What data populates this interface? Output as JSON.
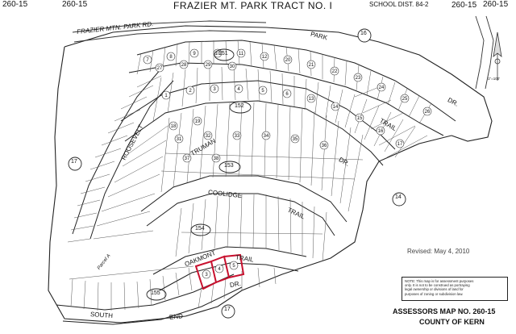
{
  "header": {
    "corner_left": "260-15",
    "title": "FRAZIER MT. PARK TRACT NO. I",
    "school_district": "SCHOOL DIST. 84-2",
    "corner_right": "260-15"
  },
  "roads": {
    "frazier": "FRAZIER  MTN.  PARK  RD.",
    "park": "PARK",
    "dr": "DR.",
    "trail": "TRAIL",
    "truman": "TRUMAN",
    "roosevelt": "ROOSEVELT",
    "coolidge": "COOLIDGE",
    "oakmont": "OAKMONT",
    "south": "SOUTH",
    "end": "END",
    "parcel_a": "Parcel A"
  },
  "sections": {
    "s16": "16",
    "s17": "17",
    "s14": "14"
  },
  "pages": {
    "p151": "151",
    "p152": "152",
    "p153": "153",
    "p154": "154",
    "p155": "155"
  },
  "scale": "1\"=100'",
  "revised": "Revised: May 4, 2010",
  "note": [
    "NOTE: This map is for assessment purposes",
    "only. It is not to be construed as portraying",
    "legal ownership or divisions of land for",
    "purposes of zoning or subdivision law."
  ],
  "footer": {
    "map_no": "ASSESSORS MAP NO. 260-15",
    "county": "COUNTY OF KERN"
  },
  "parcels": [
    {
      "n": "7",
      "pos": "park-band"
    },
    {
      "n": "8",
      "pos": "park-band"
    },
    {
      "n": "9",
      "pos": "park-band"
    },
    {
      "n": "10",
      "pos": "park-band"
    },
    {
      "n": "11",
      "pos": "park-band"
    },
    {
      "n": "12",
      "pos": "park-band"
    },
    {
      "n": "20",
      "pos": "park-band"
    },
    {
      "n": "21",
      "pos": "park-band"
    },
    {
      "n": "22",
      "pos": "park-band"
    },
    {
      "n": "23",
      "pos": "park-band"
    },
    {
      "n": "24",
      "pos": "park-band"
    },
    {
      "n": "25",
      "pos": "park-band"
    },
    {
      "n": "26",
      "pos": "park-band"
    },
    {
      "n": "27",
      "pos": "park-band"
    },
    {
      "n": "28",
      "pos": "park-band"
    },
    {
      "n": "29",
      "pos": "park-band"
    },
    {
      "n": "30",
      "pos": "park-band"
    },
    {
      "n": "1",
      "pos": "truman-band"
    },
    {
      "n": "2",
      "pos": "truman-band"
    },
    {
      "n": "3",
      "pos": "truman-band"
    },
    {
      "n": "4",
      "pos": "truman-band"
    },
    {
      "n": "5",
      "pos": "truman-band"
    },
    {
      "n": "6",
      "pos": "truman-band"
    },
    {
      "n": "13",
      "pos": "truman-band"
    },
    {
      "n": "14",
      "pos": "truman-band"
    },
    {
      "n": "15",
      "pos": "truman-band"
    },
    {
      "n": "16",
      "pos": "truman-band"
    },
    {
      "n": "17",
      "pos": "truman-band"
    },
    {
      "n": "18",
      "pos": "truman-band"
    },
    {
      "n": "19",
      "pos": "truman-band"
    },
    {
      "n": "31",
      "pos": "coolidge-band"
    },
    {
      "n": "32",
      "pos": "coolidge-band"
    },
    {
      "n": "33",
      "pos": "coolidge-band"
    },
    {
      "n": "34",
      "pos": "coolidge-band"
    },
    {
      "n": "35",
      "pos": "coolidge-band"
    },
    {
      "n": "36",
      "pos": "coolidge-band"
    },
    {
      "n": "37",
      "pos": "coolidge-band"
    },
    {
      "n": "38",
      "pos": "coolidge-band"
    },
    {
      "n": "3",
      "pos": "oakmont-highlight"
    },
    {
      "n": "4",
      "pos": "oakmont-highlight"
    },
    {
      "n": "5",
      "pos": "oakmont-highlight"
    }
  ]
}
